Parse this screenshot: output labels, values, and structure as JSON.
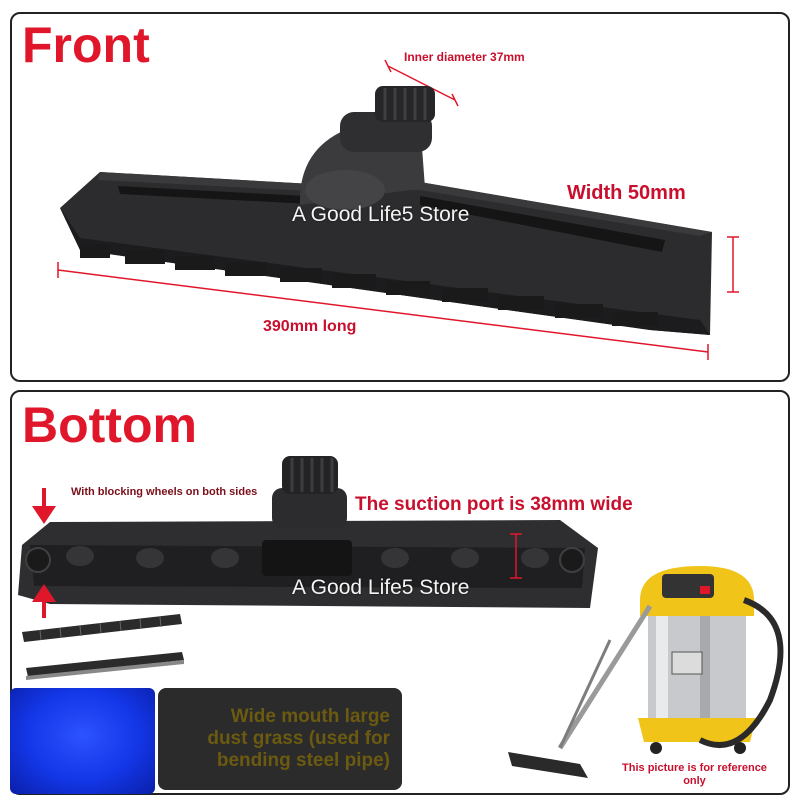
{
  "front": {
    "heading": "Front",
    "inner_diameter": "Inner diameter 37mm",
    "width": "Width 50mm",
    "length": "390mm long",
    "watermark": "A Good Life5 Store"
  },
  "bottom": {
    "heading": "Bottom",
    "wheels_note": "With blocking wheels on both sides",
    "suction_port": "The suction port is 38mm wide",
    "watermark": "A Good Life5 Store",
    "grass_note": "Wide mouth large\ndust grass (used for\nbending steel pipe)",
    "reference_note": "This picture is for reference\nonly"
  },
  "colors": {
    "heading_red": "#e0162b",
    "label_red": "#c8102e",
    "blue_block": "#1336e6"
  }
}
